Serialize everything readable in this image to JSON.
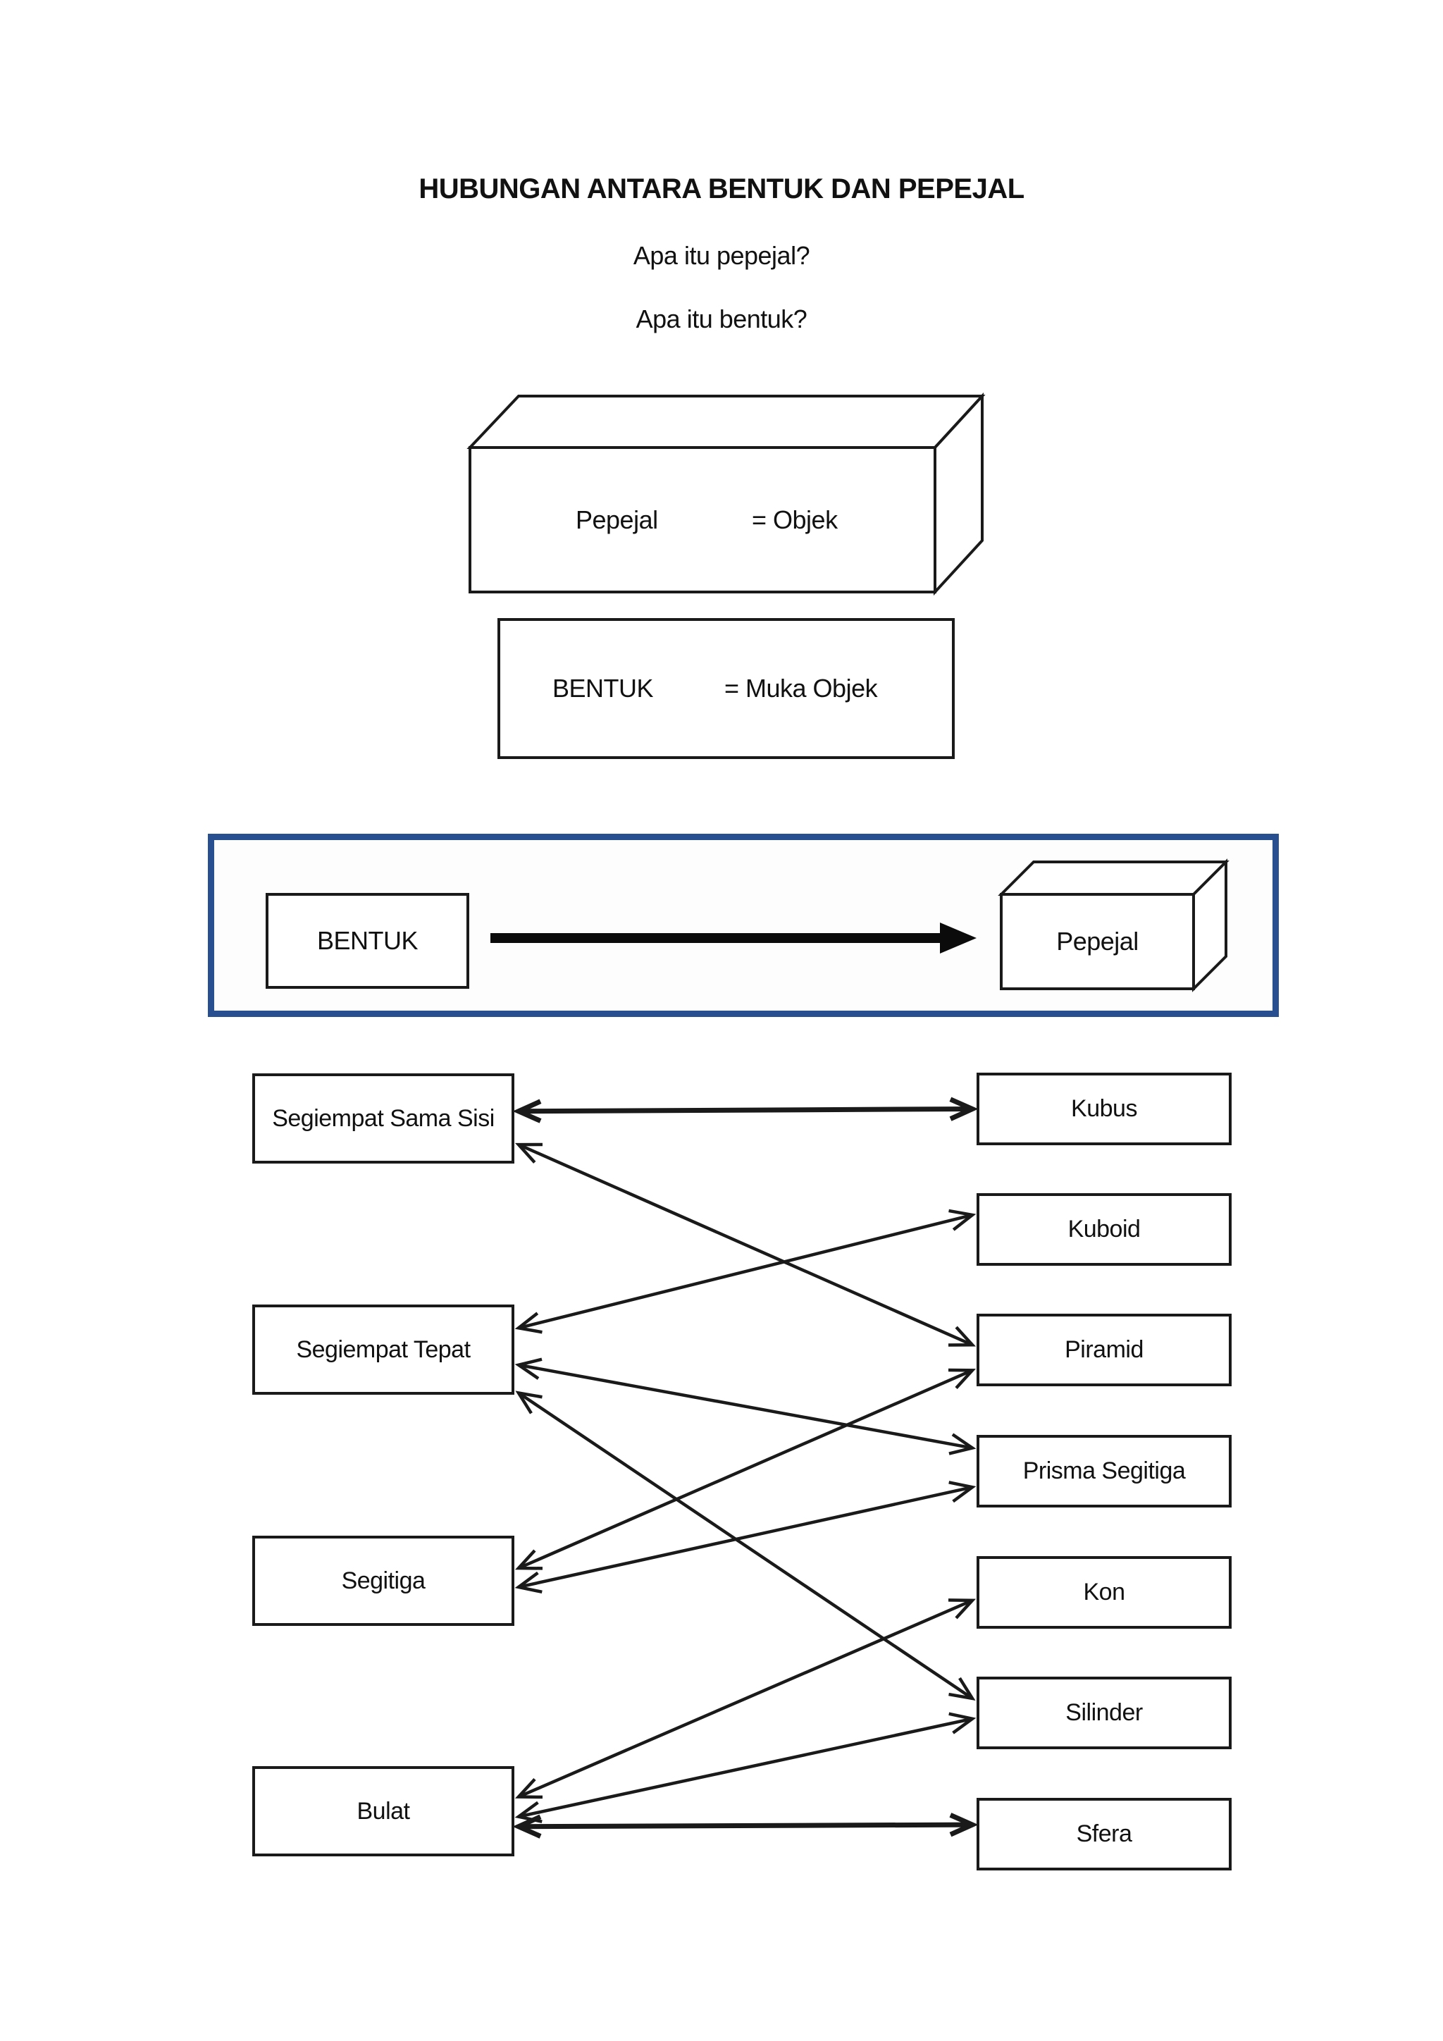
{
  "page": {
    "title": "HUBUNGAN ANTARA BENTUK DAN PEPEJAL",
    "question1": "Apa itu pepejal?",
    "question2": "Apa itu bentuk?"
  },
  "definitions": {
    "solid": {
      "term": "Pepejal",
      "equals": "= Objek"
    },
    "shape": {
      "term": "BENTUK",
      "equals": "= Muka Objek"
    }
  },
  "relation_banner": {
    "left_label": "BENTUK",
    "right_label": "Pepejal",
    "border_color": "#284F8F"
  },
  "colors": {
    "ink": "#1a1a1a",
    "accent_border": "#284F8F"
  },
  "matching": {
    "left_nodes": [
      {
        "id": "segiempat-sama-sisi",
        "label": "Segiempat Sama Sisi"
      },
      {
        "id": "segiempat-tepat",
        "label": "Segiempat Tepat"
      },
      {
        "id": "segitiga",
        "label": "Segitiga"
      },
      {
        "id": "bulat",
        "label": "Bulat"
      }
    ],
    "right_nodes": [
      {
        "id": "kubus",
        "label": "Kubus"
      },
      {
        "id": "kuboid",
        "label": "Kuboid"
      },
      {
        "id": "piramid",
        "label": "Piramid"
      },
      {
        "id": "prisma-segitiga",
        "label": "Prisma Segitiga"
      },
      {
        "id": "kon",
        "label": "Kon"
      },
      {
        "id": "silinder",
        "label": "Silinder"
      },
      {
        "id": "sfera",
        "label": "Sfera"
      }
    ],
    "connections": [
      {
        "from": "segiempat-sama-sisi",
        "to": "kubus",
        "from_anchor": 0.42,
        "to_anchor": 0.5,
        "weight": "thick"
      },
      {
        "from": "segiempat-sama-sisi",
        "to": "piramid",
        "from_anchor": 0.79,
        "to_anchor": 0.43,
        "weight": "normal"
      },
      {
        "from": "segiempat-tepat",
        "to": "kuboid",
        "from_anchor": 0.26,
        "to_anchor": 0.3,
        "weight": "normal"
      },
      {
        "from": "segiempat-tepat",
        "to": "prisma-segitiga",
        "from_anchor": 0.67,
        "to_anchor": 0.18,
        "weight": "normal"
      },
      {
        "from": "segiempat-tepat",
        "to": "silinder",
        "from_anchor": 0.98,
        "to_anchor": 0.3,
        "weight": "normal"
      },
      {
        "from": "segitiga",
        "to": "piramid",
        "from_anchor": 0.36,
        "to_anchor": 0.78,
        "weight": "normal"
      },
      {
        "from": "segitiga",
        "to": "prisma-segitiga",
        "from_anchor": 0.57,
        "to_anchor": 0.72,
        "weight": "normal"
      },
      {
        "from": "bulat",
        "to": "kon",
        "from_anchor": 0.34,
        "to_anchor": 0.61,
        "weight": "normal"
      },
      {
        "from": "bulat",
        "to": "silinder",
        "from_anchor": 0.56,
        "to_anchor": 0.58,
        "weight": "normal"
      },
      {
        "from": "bulat",
        "to": "sfera",
        "from_anchor": 0.67,
        "to_anchor": 0.37,
        "weight": "thick"
      }
    ]
  }
}
